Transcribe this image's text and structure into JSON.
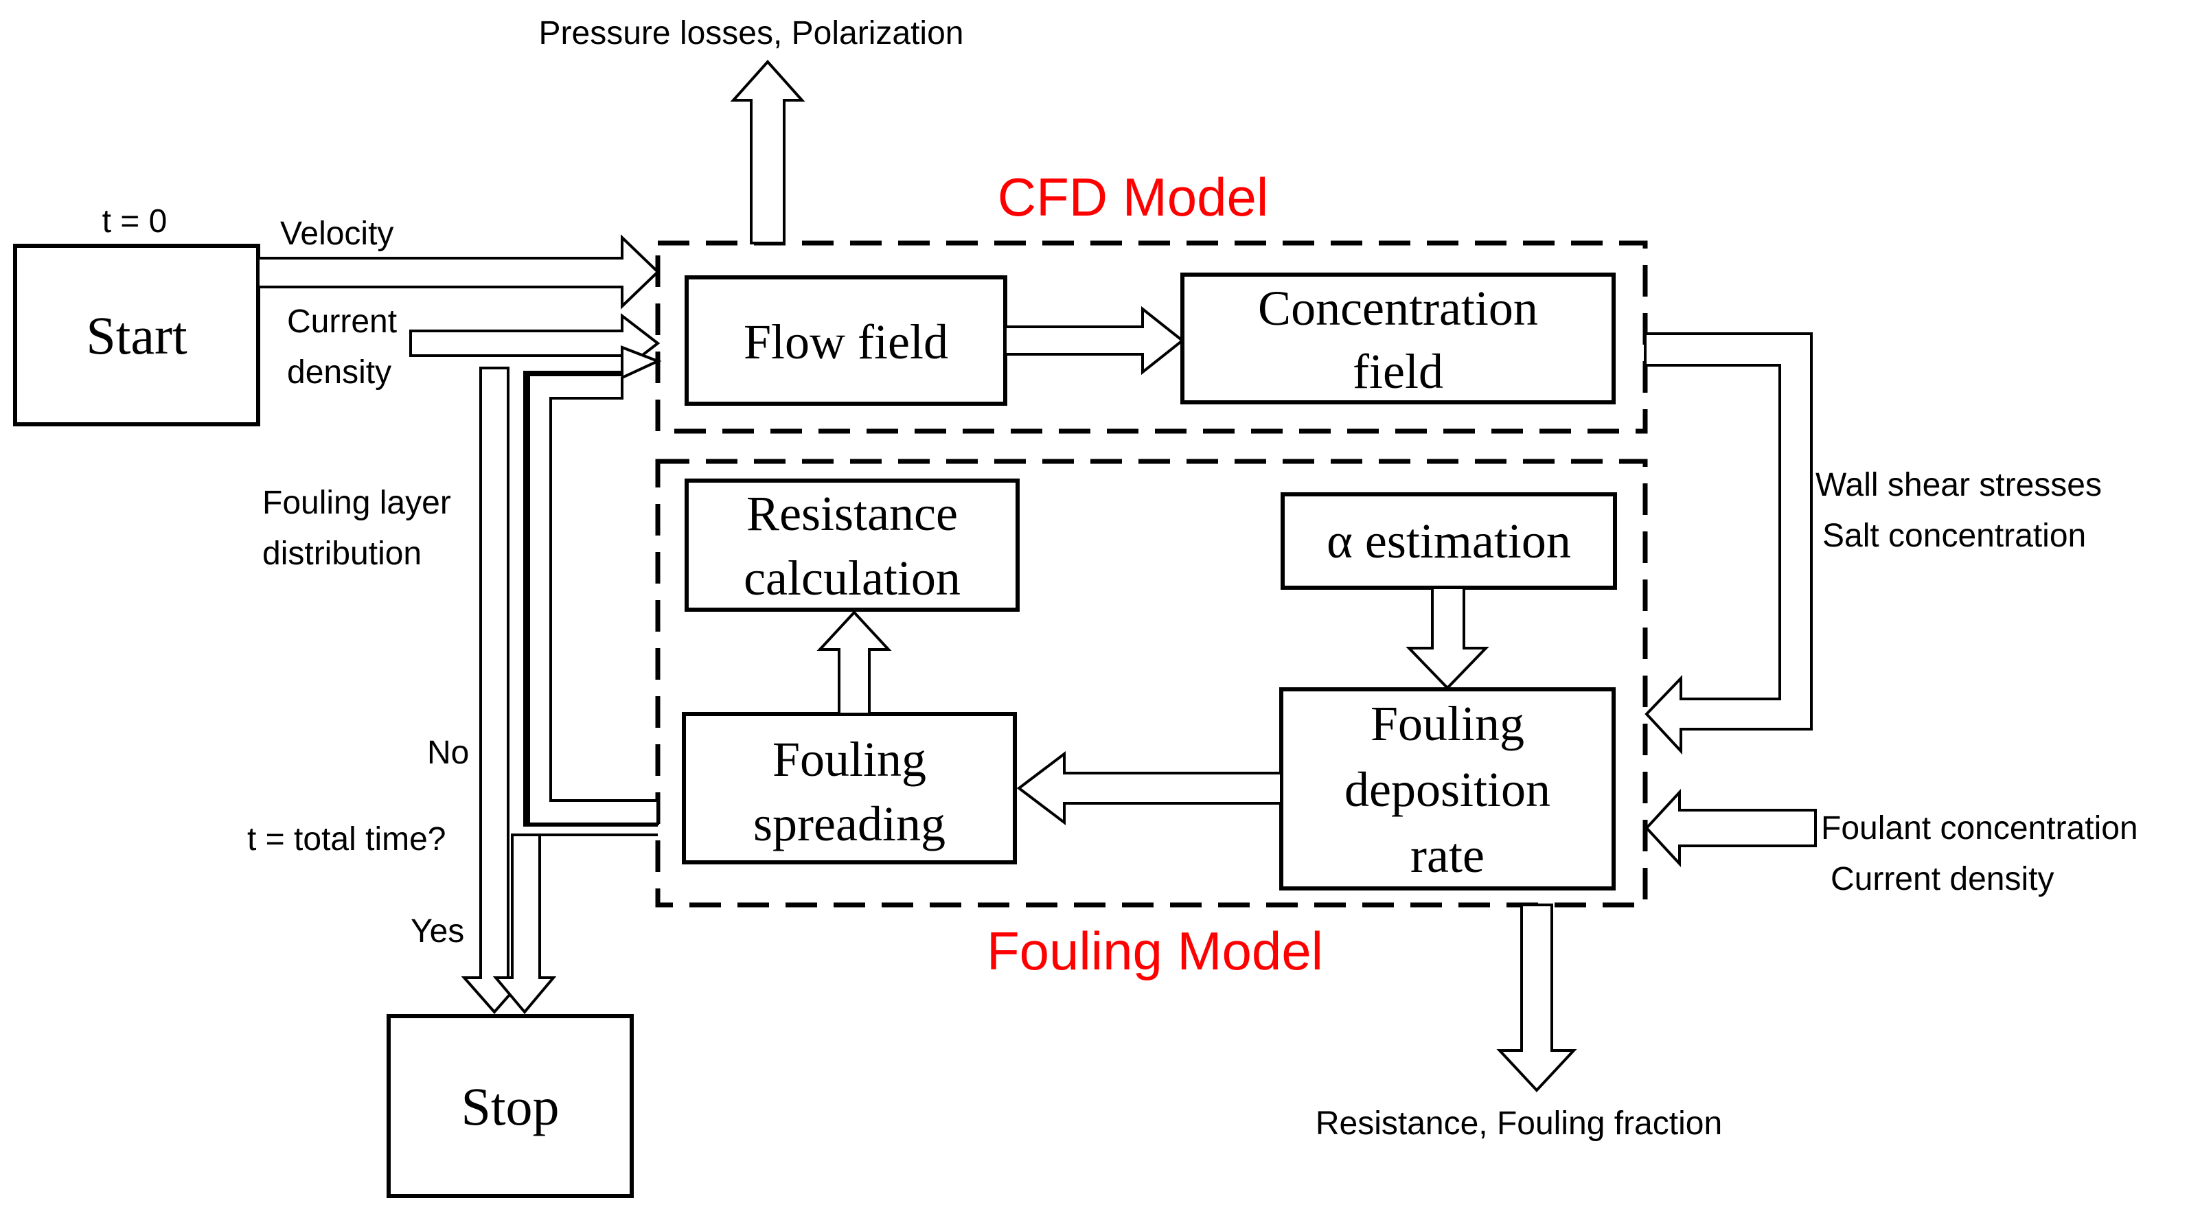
{
  "labels": {
    "top_output": "Pressure losses, Polarization",
    "t_zero": "t = 0",
    "velocity": "Velocity",
    "current_density_1": "Current",
    "current_density_2": "density",
    "fouling_layer_1": "Fouling layer",
    "fouling_layer_2": "distribution",
    "no": "No",
    "t_total": "t = total time?",
    "yes": "Yes",
    "wall_shear_1": "Wall shear stresses",
    "wall_shear_2": "Salt concentration",
    "foulant_1": "Foulant concentration",
    "foulant_2": "Current density",
    "bottom_output": "Resistance, Fouling fraction"
  },
  "models": {
    "cfd": "CFD Model",
    "fouling": "Fouling Model"
  },
  "boxes": {
    "start": "Start",
    "stop": "Stop",
    "flow_field": "Flow field",
    "concentration_1": "Concentration",
    "concentration_2": "field",
    "resistance_1": "Resistance",
    "resistance_2": "calculation",
    "alpha": "α estimation",
    "spreading_1": "Fouling",
    "spreading_2": "spreading",
    "deposition_1": "Fouling",
    "deposition_2": "deposition",
    "deposition_3": "rate"
  },
  "colors": {
    "model_title": "#ff0000",
    "line": "#000000"
  }
}
